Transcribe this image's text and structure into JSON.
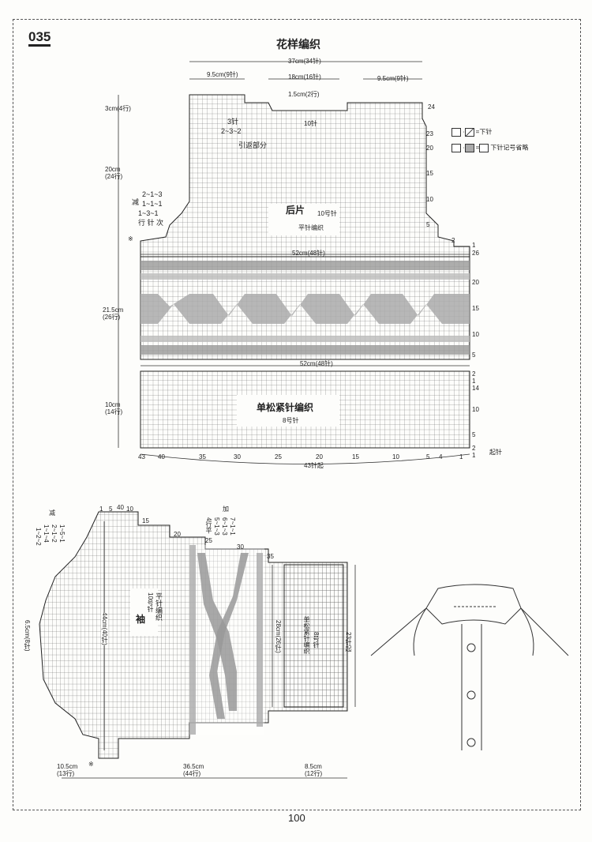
{
  "page": {
    "badge": "035",
    "title": "花样编织",
    "page_number": "100"
  },
  "body_chart": {
    "total_width": "37cm(34针)",
    "left_width": "9.5cm(9针)",
    "center_width": "18cm(16针)",
    "right_width": "9.5cm(9针)",
    "neck_rows": "1.5cm(2行)",
    "shoulder_height": "3cm(4行)",
    "neck_center": "10针",
    "short_row_label_a": "3针",
    "short_row_label_b": "2~3~2",
    "short_row_label_c": "引返部分",
    "armhole_height": "20cm\n(24行)",
    "decrease_label": "减",
    "decrease_a": "2~1~3",
    "decrease_b": "1~1~1",
    "decrease_c": "1~3~1",
    "decrease_d": "行 针 次",
    "piece_name": "后片",
    "needle_size": "10号针",
    "stitch_name": "平针编织",
    "mid_width": "52cm(48针)",
    "pattern_height": "21.5cm\n(26行)",
    "rib_width": "52cm(48针)",
    "rib_height": "10cm\n(14行)",
    "rib_name": "单松紧针编织",
    "rib_needle": "8号针",
    "cast_on": "43针起",
    "start_label": "起针",
    "asterisk": "※",
    "row_numbers_right": [
      "24",
      "23",
      "20",
      "15",
      "10",
      "5",
      "2",
      "1",
      "26",
      "20",
      "15",
      "10",
      "5",
      "2",
      "1",
      "14",
      "10",
      "5",
      "2",
      "1"
    ],
    "stitch_numbers_bottom": [
      "43",
      "40",
      "35",
      "30",
      "25",
      "20",
      "15",
      "10",
      "5",
      "4",
      "1"
    ]
  },
  "legend": {
    "item1": "=下针",
    "item2": "下针记号省略"
  },
  "sleeve_chart": {
    "sleeve_cap_decrease": [
      "1~2~2",
      "1~1~4",
      "2~1~2",
      "1~5~1"
    ],
    "sleeve_cap_label": "减",
    "right_decrease": [
      "4行平",
      "5~1~3",
      "6~1~3",
      "7~1~1"
    ],
    "right_decrease_label": "加",
    "width_left": "6.5cm(8针)",
    "sleeve_length": "44cm(40针)",
    "piece_name": "袖",
    "needle_size": "10号针",
    "stitch_name": "平针编织",
    "cuff_length": "28cm(26针)",
    "cuff_rib": "单松紧针编织",
    "cuff_needle": "8号针",
    "cuff_cast_on": "23针起",
    "bottom_left": "10.5cm\n(13行)",
    "bottom_mid": "36.5cm\n(44行)",
    "bottom_right": "8.5cm\n(12行)",
    "col_numbers_top": [
      "1",
      "5",
      "10",
      "15",
      "20",
      "25",
      "30",
      "35",
      "40"
    ],
    "asterisk": "※"
  }
}
